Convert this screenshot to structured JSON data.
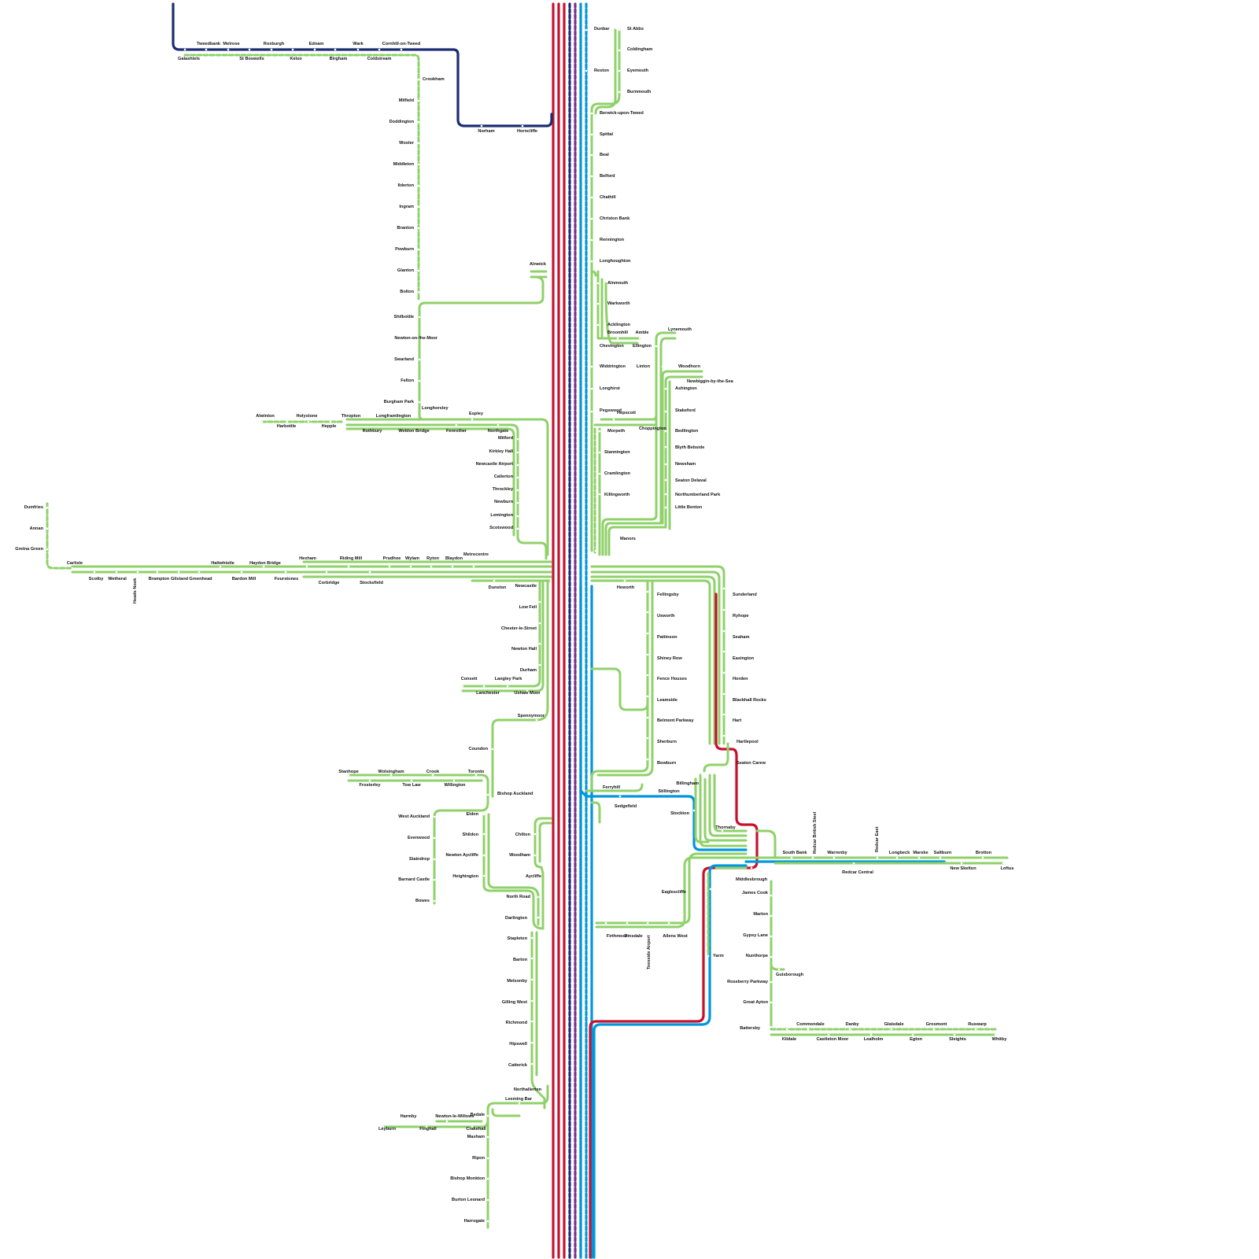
{
  "colors": {
    "green": "#8FD16A",
    "red": "#C8102E",
    "blue": "#0096DC",
    "navy": "#1B2D72",
    "purple": "#7B2D8C",
    "background": "#FFFFFF"
  },
  "stations": {
    "dunbar": "Dunbar",
    "st_abbs": "St Abbs",
    "coldingham": "Coldingham",
    "reston": "Reston",
    "eyemouth": "Eyemouth",
    "burnmouth": "Burnmouth",
    "berwick": "Berwick-upon-Tweed",
    "spittal": "Spittal",
    "beal": "Beal",
    "belford": "Belford",
    "chathill": "Chathill",
    "christon_bank": "Christon Bank",
    "rennington": "Rennington",
    "longhoughton": "Longhoughton",
    "alnwick": "Alnwick",
    "alnmouth": "Alnmouth",
    "warkworth": "Warkworth",
    "acklington": "Acklington",
    "broomhill": "Broomhill",
    "amble": "Amble",
    "chevington": "Chevington",
    "ellington": "Ellington",
    "lynemouth": "Lynemouth",
    "linton": "Linton",
    "widdrington": "Widdrington",
    "woodhorn": "Woodhorn",
    "newbiggin": "Newbiggin-by-the-Sea",
    "ashington": "Ashington",
    "longhirst": "Longhirst",
    "pegswood": "Pegswood",
    "hepscott": "Hepscott",
    "stakeford": "Stakeford",
    "morpeth": "Morpeth",
    "choppington": "Choppington",
    "bedlington": "Bedlington",
    "stannington": "Stannington",
    "blyth_bebside": "Blyth Bebside",
    "cramlington": "Cramlington",
    "newsham": "Newsham",
    "seaton_delaval": "Seaton Delaval",
    "killingworth": "Killingworth",
    "northumberland_park": "Northumberland Park",
    "little_benton": "Little Benton",
    "manors": "Manors",
    "tweedbank": "Tweedbank",
    "melrose": "Melrose",
    "roxburgh": "Roxburgh",
    "ednam": "Ednam",
    "wark": "Wark",
    "cornhill": "Cornhill-on-Tweed",
    "galashiels": "Galashiels",
    "st_boswells": "St Boswells",
    "kelso": "Kelso",
    "birgham": "Birgham",
    "coldstream": "Coldstream",
    "crookham": "Crookham",
    "norham": "Norham",
    "horncliffe": "Horncliffe",
    "milfield": "Milfield",
    "doddington": "Doddington",
    "wooler": "Wooler",
    "middleton": "Middleton",
    "ilderton": "Ilderton",
    "ingram": "Ingram",
    "branton": "Branton",
    "powburn": "Powburn",
    "glanton": "Glanton",
    "bolton": "Bolton",
    "shilbottle": "Shilbottle",
    "newton_moor": "Newton-on-the-Moor",
    "swarland": "Swarland",
    "felton": "Felton",
    "burgham_park": "Burgham Park",
    "longhorsley": "Longhorsley",
    "espley": "Espley",
    "alwinton": "Alwinton",
    "holystone": "Holystone",
    "thropton": "Thropton",
    "longframlington": "Longframlington",
    "harbottle": "Harbottle",
    "hepple": "Hepple",
    "rothbury": "Rothbury",
    "weldon_bridge": "Weldon Bridge",
    "fenrother": "Fenrother",
    "northgate": "Northgate",
    "mitford": "Mitford",
    "kirkley_hall": "Kirkley Hall",
    "newcastle_airport": "Newcastle Airport",
    "callerton": "Callerton",
    "throckley": "Throckley",
    "newburn": "Newburn",
    "lemington": "Lemington",
    "scotswood": "Scotswood",
    "dumfries": "Dumfries",
    "annan": "Annan",
    "gretna_green": "Gretna Green",
    "carlisle": "Carlisle",
    "haltwhistle": "Haltwhistle",
    "haydon_bridge": "Haydon Bridge",
    "hexham": "Hexham",
    "riding_mill": "Riding Mill",
    "prudhoe": "Prudhoe",
    "wylam": "Wylam",
    "ryton": "Ryton",
    "blaydon": "Blaydon",
    "metrocentre": "Metrocentre",
    "scotby": "Scotby",
    "wetheral": "Wetheral",
    "heads_nook": "Heads Nook",
    "brampton": "Brampton",
    "gilsland": "Gilsland",
    "greenhead": "Greenhead",
    "bardon_mill": "Bardon Mill",
    "fourstones": "Fourstones",
    "corbridge": "Corbridge",
    "stocksfield": "Stocksfield",
    "dunston": "Dunston",
    "newcastle": "Newcastle",
    "heworth": "Heworth",
    "sunderland": "Sunderland",
    "ryhope": "Ryhope",
    "seaham": "Seaham",
    "easington": "Easington",
    "horden": "Horden",
    "blackhall_rocks": "Blackhall Rocks",
    "hart": "Hart",
    "hartlepool": "Hartlepool",
    "seaton_carew": "Seaton Carew",
    "fellingsby": "Fellingsby",
    "usworth": "Usworth",
    "pattinson": "Pattinson",
    "shiney_row": "Shiney Row",
    "fence_houses": "Fence Houses",
    "leamside": "Leamside",
    "belmont_parkway": "Belmont Parkway",
    "sherburn": "Sherburn",
    "bowburn": "Bowburn",
    "low_fell": "Low Fell",
    "chester_le_street": "Chester-le-Street",
    "newton_hall": "Newton Hall",
    "durham": "Durham",
    "consett": "Consett",
    "langley_park": "Langley Park",
    "lanchester": "Lanchester",
    "ushaw_moor": "Ushaw Moor",
    "spennymoor": "Spennymoor",
    "coundon": "Coundon",
    "stanhope": "Stanhope",
    "wolsingham": "Wolsingham",
    "crook": "Crook",
    "toronto": "Toronto",
    "frosterley": "Frosterley",
    "tow_law": "Tow Law",
    "willington": "Willington",
    "bishop_auckland": "Bishop Auckland",
    "ferryhill": "Ferryhill",
    "billingham": "Billingham",
    "stillington": "Stillington",
    "sedgefield": "Sedgefield",
    "stockton": "Stockton",
    "eldon": "Eldon",
    "west_auckland": "West Auckland",
    "evenwood": "Evenwood",
    "staindrop": "Staindrop",
    "barnard_castle": "Barnard Castle",
    "bowes": "Bowes",
    "shildon": "Shildon",
    "newton_aycliffe": "Newton Aycliffe",
    "heighington": "Heighington",
    "chilton": "Chilton",
    "woodham": "Woodham",
    "aycliffe": "Aycliffe",
    "north_road": "North Road",
    "darlington": "Darlington",
    "thornaby": "Thornaby",
    "south_bank": "South Bank",
    "redcar_british_steel": "Redcar British Steel",
    "warrenby": "Warrenby",
    "redcar_east": "Redcar East",
    "longbeck": "Longbeck",
    "marske": "Marske",
    "saltburn": "Saltburn",
    "brotton": "Brotton",
    "redcar_central": "Redcar Central",
    "new_skelton": "New Skelton",
    "loftus": "Loftus",
    "middlesbrough": "Middlesbrough",
    "eaglescliffe": "Eaglescliffe",
    "james_cook": "James Cook",
    "marton": "Marton",
    "gypsy_lane": "Gypsy Lane",
    "nunthorpe": "Nunthorpe",
    "yarm": "Yarm",
    "guisborough": "Guisborough",
    "roseberry_parkway": "Roseberry Parkway",
    "great_ayton": "Great Ayton",
    "battersby": "Battersby",
    "commondale": "Commondale",
    "danby": "Danby",
    "glaisdale": "Glaisdale",
    "grosmont": "Grosmont",
    "ruswarp": "Ruswarp",
    "kildale": "Kildale",
    "castleton_moor": "Castleton Moor",
    "lealholm": "Lealholm",
    "egton": "Egton",
    "sleights": "Sleights",
    "whitby": "Whitby",
    "firthmoor": "Firthmoor",
    "dinsdale": "Dinsdale",
    "allens_west": "Allens West",
    "teesside_airport": "Teesside Airport",
    "stapleton": "Stapleton",
    "barton": "Barton",
    "melsonby": "Melsonby",
    "gilling_west": "Gilling West",
    "richmond": "Richmond",
    "hipswell": "Hipswell",
    "catterick": "Catterick",
    "northallerton": "Northallerton",
    "leeming_bar": "Leeming Bar",
    "bedale": "Bedale",
    "harmby": "Harmby",
    "newton_le_willows": "Newton-le-Willows",
    "leyburn": "Leyburn",
    "finghall": "Finghall",
    "crakehall": "Crakehall",
    "masham": "Masham",
    "ripon": "Ripon",
    "bishop_monkton": "Bishop Monkton",
    "burton_leonard": "Burton Leonard",
    "harrogate": "Harrogate"
  }
}
